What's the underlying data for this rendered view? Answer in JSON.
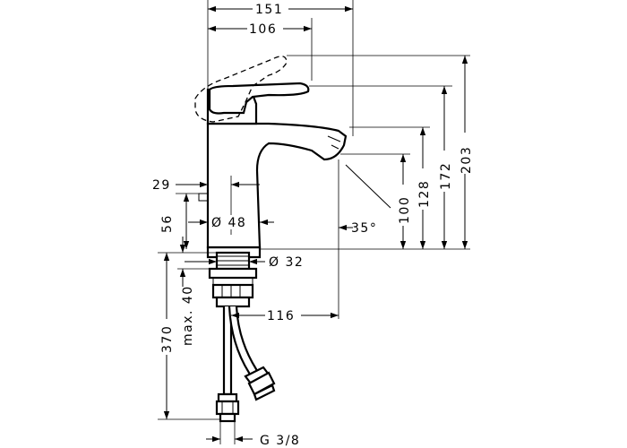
{
  "drawing": {
    "dimensions": {
      "total_depth": "151",
      "lever_depth": "106",
      "total_height": "203",
      "lever_height": "172",
      "spout_top_height": "128",
      "spout_outlet_height": "100",
      "pop_up_offset": "29",
      "pop_up_height": "56",
      "body_diameter": "Ø 48",
      "hole_diameter": "Ø 32",
      "spout_angle": "35°",
      "spout_reach": "116",
      "max_thickness": "max. 40",
      "hose_length": "370",
      "connection_thread": "G 3/8"
    }
  }
}
